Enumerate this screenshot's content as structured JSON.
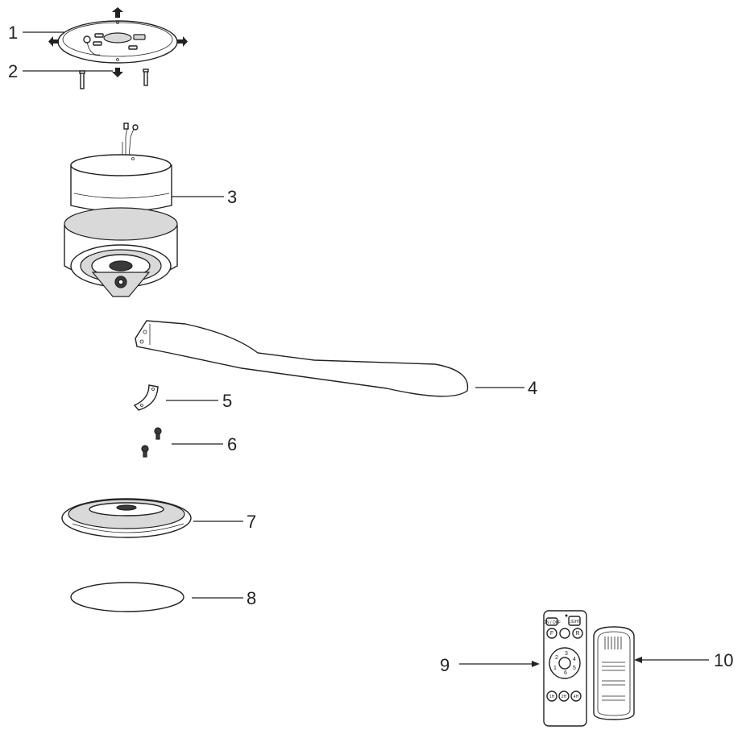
{
  "callouts": {
    "c1": "1",
    "c2": "2",
    "c3": "3",
    "c4": "4",
    "c5": "5",
    "c6": "6",
    "c7": "7",
    "c8": "8",
    "c9": "9",
    "c10": "10"
  },
  "remote": {
    "btn_onoff": "ON / OFF",
    "btn_light": "LIGHT",
    "btn_f": "F",
    "btn_r": "R",
    "btn_1": "1",
    "btn_2": "2",
    "btn_3": "3",
    "btn_4": "4",
    "btn_5": "5",
    "btn_6": "6",
    "btn_1h": "1H",
    "btn_2h": "2H",
    "btn_4h": "4H"
  },
  "colors": {
    "line": "#222222",
    "shade": "#d9d9d9",
    "dark": "#3a3a3a"
  }
}
